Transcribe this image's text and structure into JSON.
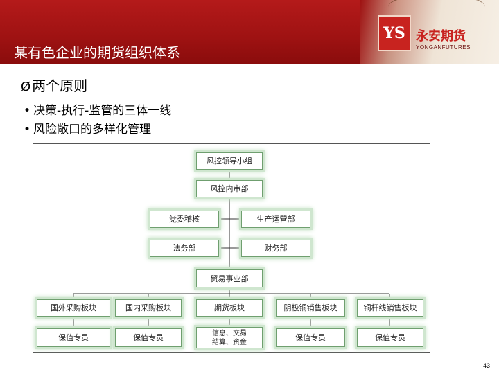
{
  "slide": {
    "title": "某有色企业的期货组织体系",
    "page_number": "43"
  },
  "brand": {
    "logo_mark": "YS",
    "name_cn": "永安期货",
    "name_en": "YONGANFUTURES"
  },
  "content": {
    "heading_marker": "Ø",
    "heading": "两个原则",
    "bullets": [
      "决策-执行-监管的三体一线",
      "风险敞口的多样化管理"
    ]
  },
  "org_chart": {
    "nodes": {
      "risk_leader": "风控领导小组",
      "risk_audit": "风控内审部",
      "party_audit": "党委稽核",
      "production": "生产运营部",
      "legal": "法务部",
      "finance": "财务部",
      "trade": "贸易事业部",
      "foreign_purchase": "国外采购板块",
      "domestic_purchase": "国内采购板块",
      "futures": "期货板块",
      "cathode_sales": "阴极铜销售板块",
      "rod_sales": "铜杆线销售板块",
      "hedge_1": "保值专员",
      "hedge_2": "保值专员",
      "info_trade": "信息、交易\n结算、资金",
      "hedge_4": "保值专员",
      "hedge_5": "保值专员"
    }
  },
  "colors": {
    "header_red": "#9e1212",
    "node_border": "#6f9f6f",
    "node_glow": "#cfe6cf"
  }
}
